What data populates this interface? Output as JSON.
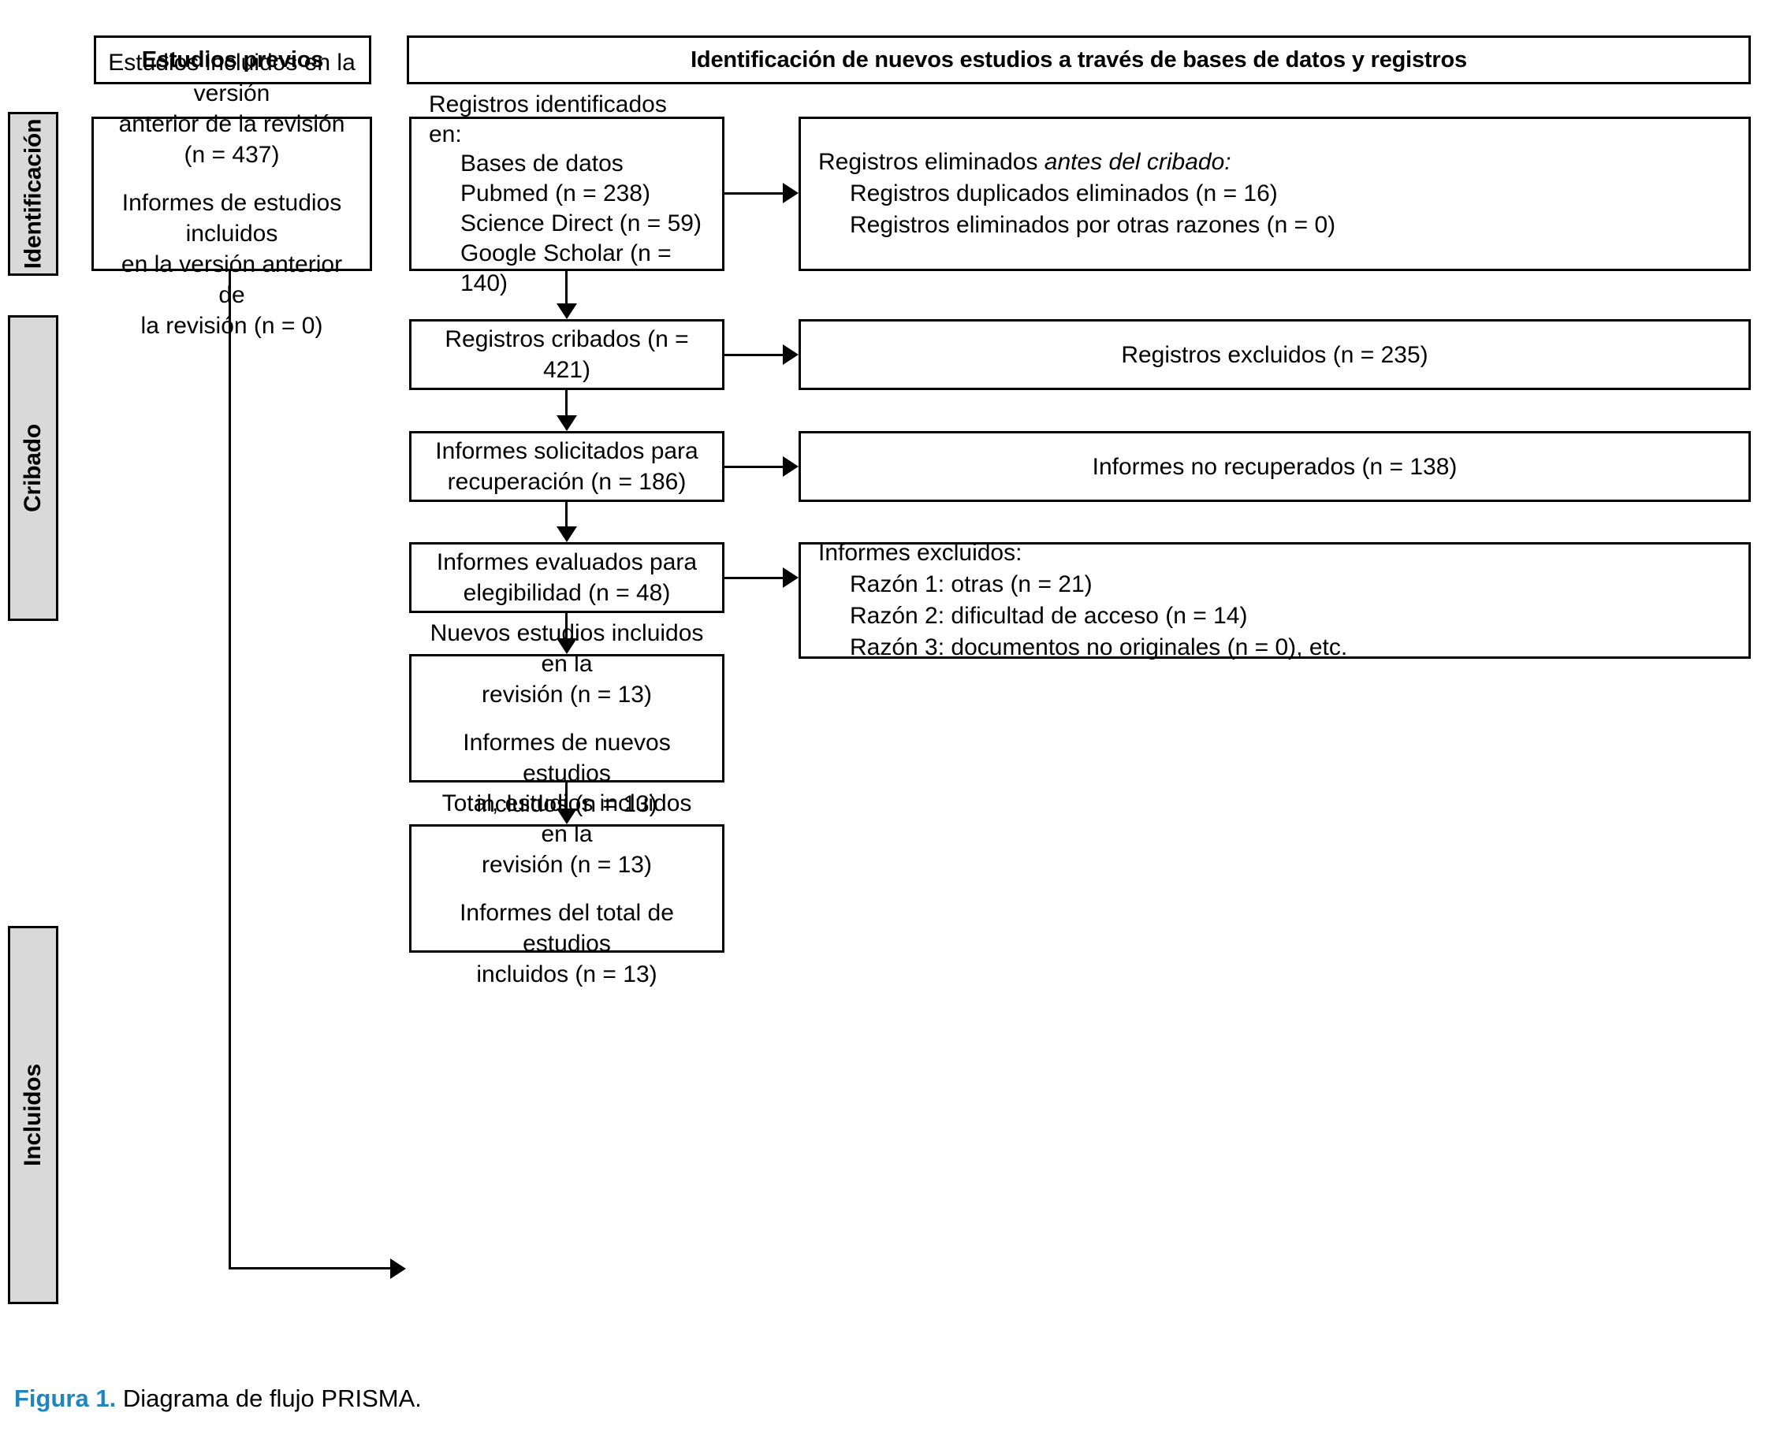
{
  "figure": {
    "label": "Figura 1.",
    "caption": "Diagrama de flujo PRISMA.",
    "label_color": "#1f86bd"
  },
  "headers": {
    "previous_studies": "Estudios previos",
    "new_studies": "Identificación de nuevos estudios a través de bases de datos y registros"
  },
  "stages": [
    {
      "id": "identificacion",
      "label": "Identificación"
    },
    {
      "id": "cribado",
      "label": "Cribado"
    },
    {
      "id": "incluidos",
      "label": "Incluidos"
    }
  ],
  "boxes": {
    "previous_included": {
      "line1": "Estudios incluidos en la versión",
      "line2": "anterior de la revisión (n = 437)",
      "line3": "Informes de estudios incluidos",
      "line4": "en la versión anterior de",
      "line5": "la revisión (n = 0)"
    },
    "records_identified": {
      "title": "Registros identificados en:",
      "item1": "Bases de datos",
      "item2": "Pubmed (n = 238)",
      "item3": "Science Direct (n = 59)",
      "item4": "Google Scholar (n = 140)"
    },
    "records_removed": {
      "title_plain": "Registros eliminados ",
      "title_italic": "antes del cribado:",
      "item1": "Registros duplicados eliminados (n = 16)",
      "item2": "Registros eliminados por otras razones (n = 0)"
    },
    "records_screened": {
      "line1": "Registros cribados (n = 421)"
    },
    "records_excluded": {
      "line1": "Registros excluidos (n = 235)"
    },
    "reports_sought": {
      "line1": "Informes solicitados para",
      "line2": "recuperación (n = 186)"
    },
    "reports_not_retrieved": {
      "line1": "Informes no recuperados (n = 138)"
    },
    "reports_assessed": {
      "line1": "Informes evaluados para",
      "line2": "elegibilidad (n = 48)"
    },
    "reports_excluded": {
      "title": "Informes excluidos:",
      "item1": "Razón 1: otras (n = 21)",
      "item2": "Razón 2: dificultad de acceso (n = 14)",
      "item3": "Razón 3: documentos no originales (n = 0), etc."
    },
    "new_studies_included": {
      "line1": "Nuevos estudios incluidos en la",
      "line2": "revisión (n = 13)",
      "line3": "Informes de nuevos estudios",
      "line4": "incluidos (n = 13)"
    },
    "total_included": {
      "line1": "Total, estudios incluidos en la",
      "line2": "revisión (n = 13)",
      "line3": "Informes del total de estudios",
      "line4": "incluidos (n = 13)"
    }
  }
}
